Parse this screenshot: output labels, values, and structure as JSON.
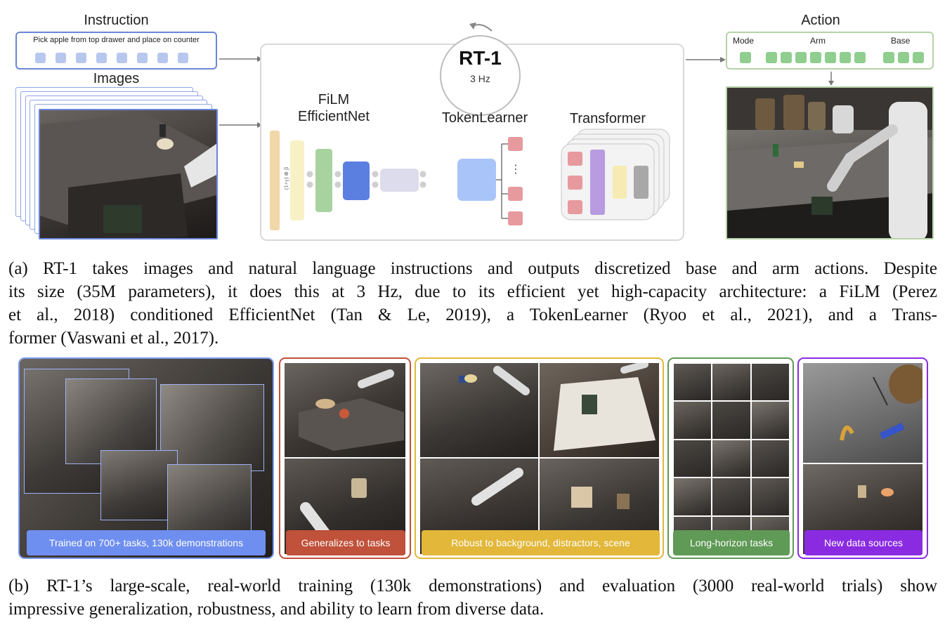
{
  "figure": {
    "instruction_label": "Instruction",
    "instruction_text": "Pick apple from top drawer and place on counter",
    "images_label": "Images",
    "model_name": "RT-1",
    "model_rate": "3 Hz",
    "film_label_line1": "FiLM",
    "film_label_line2": "EfficientNet",
    "film_math": "(1+γ) ⊗ β",
    "tokenlearner_label": "TokenLearner",
    "tokenlearner_dots": "⋮",
    "transformer_label": "Transformer",
    "action_label": "Action",
    "action_mode": "Mode",
    "action_arm": "Arm",
    "action_base": "Base"
  },
  "captions": {
    "a_lines": [
      "(a) RT-1 takes images and natural language instructions and outputs discretized base and arm actions. Despite",
      "its size (35M parameters), it does this at 3 Hz, due to its efficient yet high-capacity architecture: a FiLM (Perez",
      "et al., 2018) conditioned EfficientNet (Tan & Le, 2019), a TokenLearner (Ryoo et al., 2021), and a Trans-",
      "former (Vaswani et al., 2017)."
    ],
    "b_lines": [
      "(b) RT-1’s large-scale, real-world training (130k demonstrations) and evaluation (3000 real-world trials) show",
      "impressive generalization, robustness, and ability to learn from diverse data."
    ]
  },
  "panels": [
    {
      "label": "Trained on 700+ tasks, 130k demonstrations",
      "color": "#6f8ff0"
    },
    {
      "label": "Generalizes to tasks",
      "color": "#c0513a"
    },
    {
      "label": "Robust to background, distractors, scene",
      "color": "#e2b73a"
    },
    {
      "label": "Long-horizon tasks",
      "color": "#5f9a56"
    },
    {
      "label": "New data sources",
      "color": "#8a2be2"
    }
  ],
  "colors": {
    "instruction_border": "#6a86d8",
    "action_border": "#b6d3a8",
    "token_red": "#e79a9e",
    "token_blue": "#a9c4f8",
    "transformer_purple": "#b89be0",
    "transformer_yellow": "#f6ebb2"
  }
}
